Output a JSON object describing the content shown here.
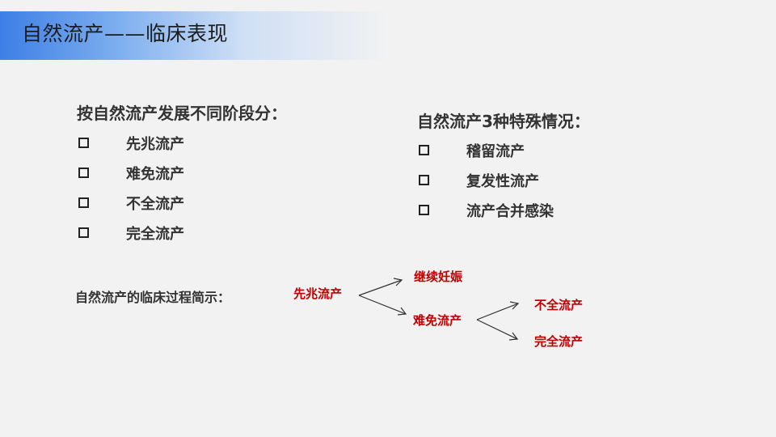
{
  "slide": {
    "title": "自然流产——临床表现"
  },
  "left": {
    "heading": "按自然流产发展不同阶段分：",
    "items": [
      "先兆流产",
      "难免流产",
      "不全流产",
      "完全流产"
    ]
  },
  "right": {
    "heading": "自然流产3种特殊情况：",
    "items": [
      "稽留流产",
      "复发性流产",
      "流产合并感染"
    ]
  },
  "flow": {
    "label": "自然流产的临床过程简示：",
    "start": "先兆流产",
    "continue": "继续妊娠",
    "inevitable": "难免流产",
    "incomplete": "不全流产",
    "complete": "完全流产",
    "accent_color": "#c00000"
  }
}
